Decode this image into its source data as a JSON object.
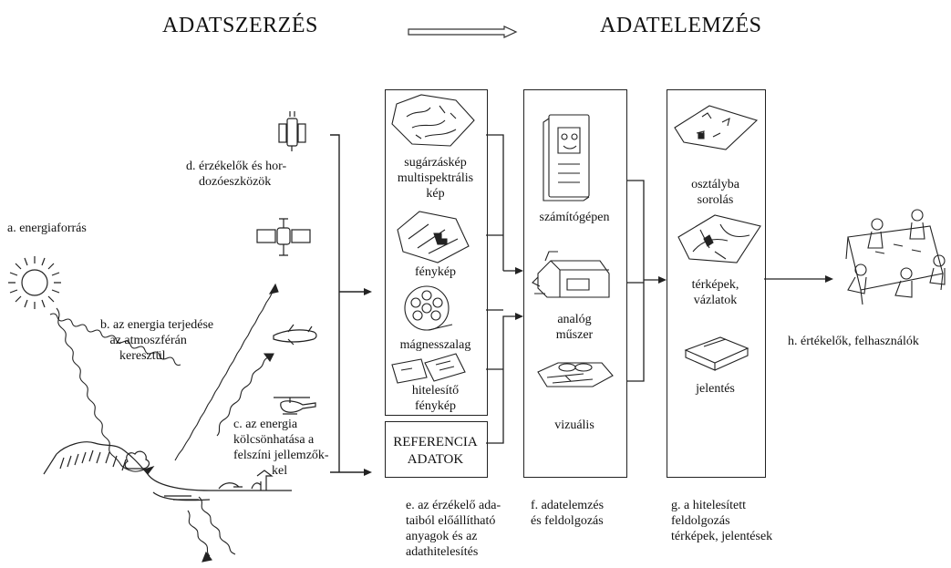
{
  "header": {
    "left_title": "ADATSZERZÉS",
    "right_title": "ADATELEMZÉS"
  },
  "labels": {
    "energy_source": "a. energiaforrás",
    "propagation": "b. az energia terjedése\n   az atmoszférán\n      keresztül",
    "interaction": "c. az energia\nkölcsönhatása a\nfelszíni jellemzők-\n            kel",
    "sensors": "d. érzékelők és hor-\n    dozóeszközök",
    "products": "e. az érzékelő ada-\ntaiból előállítható\nanyagok és az\nadathitelesítés",
    "analysis": "f. adatelemzés\nés feldolgozás",
    "outputs": "g. a hitelesített\nfeldolgozás\ntérképek, jelentések",
    "users": "h. értékelők, felhasználók"
  },
  "column_e": {
    "items": [
      "sugárzáskép\nmultispektrális\nkép",
      "fénykép",
      "mágnesszalag",
      "hitelesítő\nfénykép"
    ],
    "reference": "REFERENCIA\nADATOK"
  },
  "column_f": {
    "items": [
      "számítógépen",
      "analóg\nműszer",
      "vizuális"
    ]
  },
  "column_g": {
    "items": [
      "osztályba\nsorolás",
      "térképek,\nvázlatok",
      "jelentés"
    ]
  },
  "icons": [
    "sun-icon",
    "satellite-icon",
    "space-station-icon",
    "airplane-icon",
    "helicopter-icon",
    "radiation-map-icon",
    "photo-map-icon",
    "tape-reel-icon",
    "calibration-photo-icon",
    "computer-icon",
    "analog-instrument-icon",
    "visual-interpretation-icon",
    "classification-map-icon",
    "map-sketch-icon",
    "report-book-icon",
    "meeting-table-icon",
    "terrain-icon"
  ],
  "colors": {
    "ink": "#111111",
    "background": "#ffffff"
  }
}
